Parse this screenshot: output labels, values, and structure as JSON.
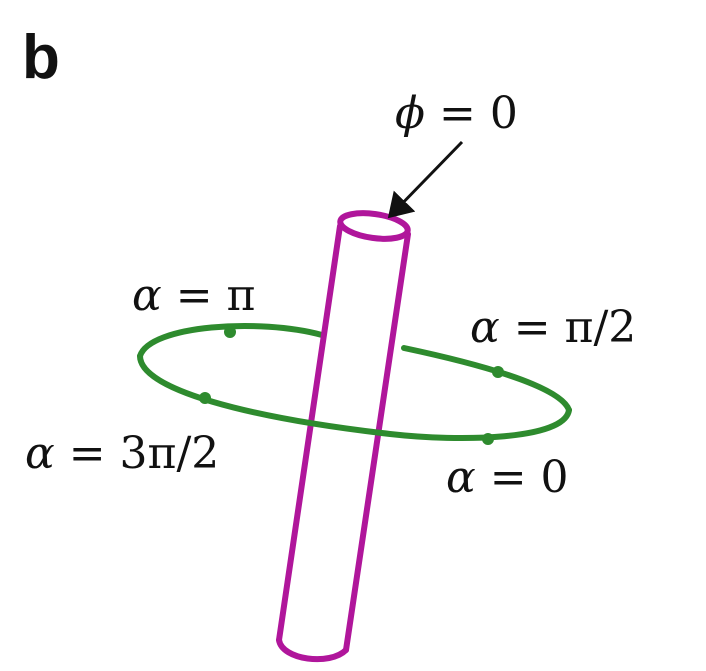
{
  "panel_label": "b",
  "colors": {
    "rod": "#b0169b",
    "loop": "#2e8b2e",
    "text": "#111111",
    "arrow": "#111111"
  },
  "labels": {
    "phi": {
      "symbol": "ϕ",
      "rest": " = 0"
    },
    "alpha_pi": {
      "symbol": "α",
      "rest": " = π"
    },
    "alpha_pi_half": {
      "symbol": "α",
      "rest": " = π/2"
    },
    "alpha_3pi_half": {
      "symbol": "α",
      "rest": " = 3π/2"
    },
    "alpha_zero": {
      "symbol": "α",
      "rest": " = 0"
    }
  }
}
